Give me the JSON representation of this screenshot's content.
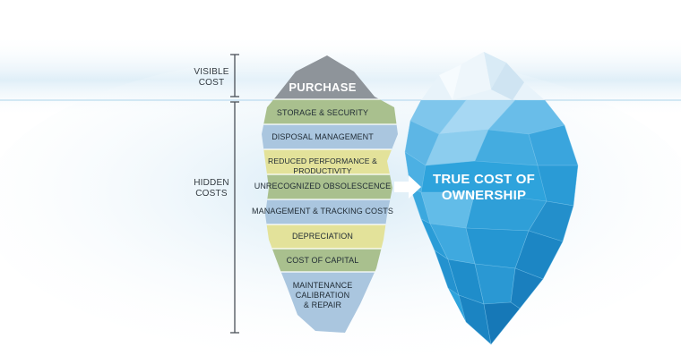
{
  "left_labels": {
    "visible": [
      "VISIBLE",
      "COST"
    ],
    "hidden": [
      "HIDDEN",
      "COSTS"
    ]
  },
  "bands": [
    {
      "label": "PURCHASE",
      "color": "#8e949a"
    },
    {
      "label": "STORAGE & SECURITY",
      "color": "#a9c08e"
    },
    {
      "label": "DISPOSAL MANAGEMENT",
      "color": "#aac6df"
    },
    {
      "label": "REDUCED PERFORMANCE & PRODUCTIVITY",
      "color": "#e3e29a"
    },
    {
      "label": "UNRECOGNIZED OBSOLESCENCE",
      "color": "#a9c08e"
    },
    {
      "label": "MANAGEMENT & TRACKING COSTS",
      "color": "#aac6df"
    },
    {
      "label": "DEPRECIATION",
      "color": "#e3e29a"
    },
    {
      "label": "COST OF CAPITAL",
      "color": "#a9c08e"
    },
    {
      "label_lines": [
        "MAINTENANCE",
        "CALIBRATION",
        "& REPAIR"
      ],
      "color": "#aac6df"
    }
  ],
  "result": {
    "lines": [
      "TRUE COST OF",
      "OWNERSHIP"
    ],
    "ice_color": "#2ea3dc",
    "ice_top_color": "#e8f3fa"
  },
  "colors": {
    "water": "#d6ebf6",
    "bracket": "#4a5058"
  }
}
